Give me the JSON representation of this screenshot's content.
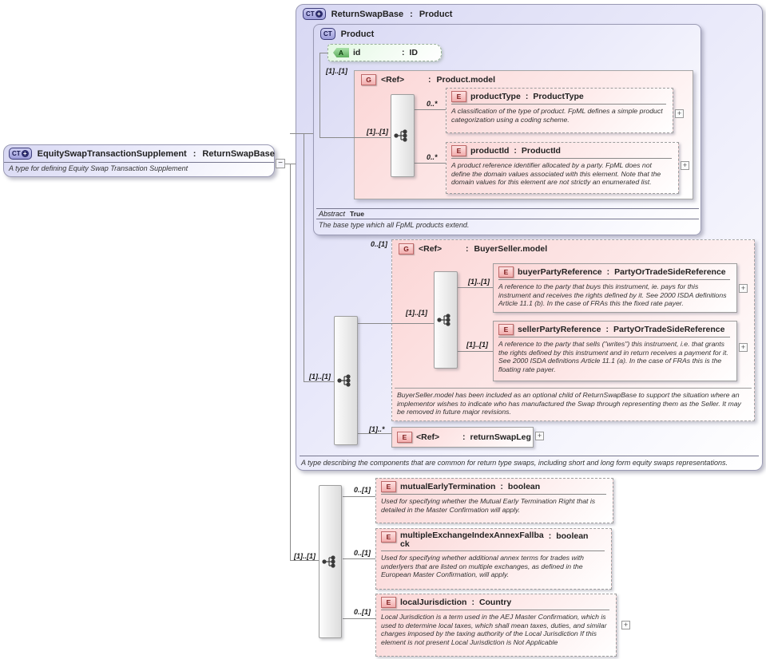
{
  "glyphs": {
    "ct": "CT",
    "attr": "A",
    "elem": "E",
    "group": "G",
    "plus": "+",
    "minus": "−",
    "colon": ":"
  },
  "diagram": {
    "left_box": {
      "name": "EquitySwapTransactionSupplement",
      "type": "ReturnSwapBase",
      "desc": "A type for defining Equity Swap Transaction Supplement"
    },
    "main_box": {
      "name": "ReturnSwapBase",
      "type": "Product",
      "footer": "A type describing the components that are common for return type swaps, including short and long form equity swaps representations."
    },
    "product_box": {
      "name": "Product",
      "abstract_label": "Abstract",
      "abstract_value": "True",
      "desc": "The base type which all FpML products extend."
    },
    "id_attr": {
      "name": "id",
      "type": "ID",
      "cardinality": "[1]..[1]"
    },
    "product_model": {
      "name": "<Ref>",
      "type": "Product.model",
      "cardinality": "[1]..[1]",
      "seq_cardinality": "[1]..[1]",
      "product_type": {
        "cardinality": "0..*",
        "name": "productType",
        "type": "ProductType",
        "desc": "A classification of the type of product. FpML defines a simple product categorization using a coding scheme."
      },
      "product_id": {
        "cardinality": "0..*",
        "name": "productId",
        "type": "ProductId",
        "desc": "A product reference identifier allocated by a party. FpML does not define the domain values associated with this element. Note that the domain values for this element are not strictly an enumerated list."
      }
    },
    "mid_sequence": {
      "cardinality": "[1]..[1]"
    },
    "buyer_seller": {
      "cardinality": "0..[1]",
      "name": "<Ref>",
      "type": "BuyerSeller.model",
      "seq_cardinality": "[1]..[1]",
      "buyer": {
        "cardinality": "[1]..[1]",
        "name": "buyerPartyReference",
        "type": "PartyOrTradeSideReference",
        "desc": "A reference to the party that buys this instrument, ie. pays for this instrument and receives the rights defined by it. See 2000 ISDA definitions Article 11.1 (b). In the case of FRAs this the fixed rate payer."
      },
      "seller": {
        "cardinality": "[1]..[1]",
        "name": "sellerPartyReference",
        "type": "PartyOrTradeSideReference",
        "desc": "A reference to the party that sells (\"writes\") this instrument, i.e. that grants the rights defined by this instrument and in return receives a payment for it. See 2000 ISDA definitions Article 11.1 (a). In the case of FRAs this is the floating rate payer."
      },
      "note": "BuyerSeller.model has been included as an optional child of ReturnSwapBase to support the situation where an implementor wishes to indicate who has manufactured the Swap through representing them as the Seller. It may be removed in future major revisions."
    },
    "return_swap_leg": {
      "cardinality": "[1]..*",
      "name": "<Ref>",
      "type": "returnSwapLeg"
    },
    "extension": {
      "cardinality": "[1]..[1]",
      "mutual": {
        "cardinality": "0..[1]",
        "name": "mutualEarlyTermination",
        "type": "boolean",
        "desc": "Used for specifying whether the Mutual Early Termination Right that is detailed in the Master Confirmation will apply."
      },
      "multiple": {
        "cardinality": "0..[1]",
        "name_line1": "multipleExchangeIndexAnnexFallba",
        "name_line2": "ck",
        "type": "boolean",
        "desc": "Used for specifying whether additional annex terms for trades with underlyers that are listed on multiple exchanges, as defined in the European Master Confirmation, will apply."
      },
      "local": {
        "cardinality": "0..[1]",
        "name": "localJurisdiction",
        "type": "Country",
        "desc": "Local Jurisdiction is a term used in the AEJ Master Confirmation, which is used  to determine local taxes, which shall mean taxes, duties, and similar charges imposed by the taxing authority of the Local Jurisdiction If this element is not present Local Jurisdiction is Not Applicable"
      }
    }
  }
}
